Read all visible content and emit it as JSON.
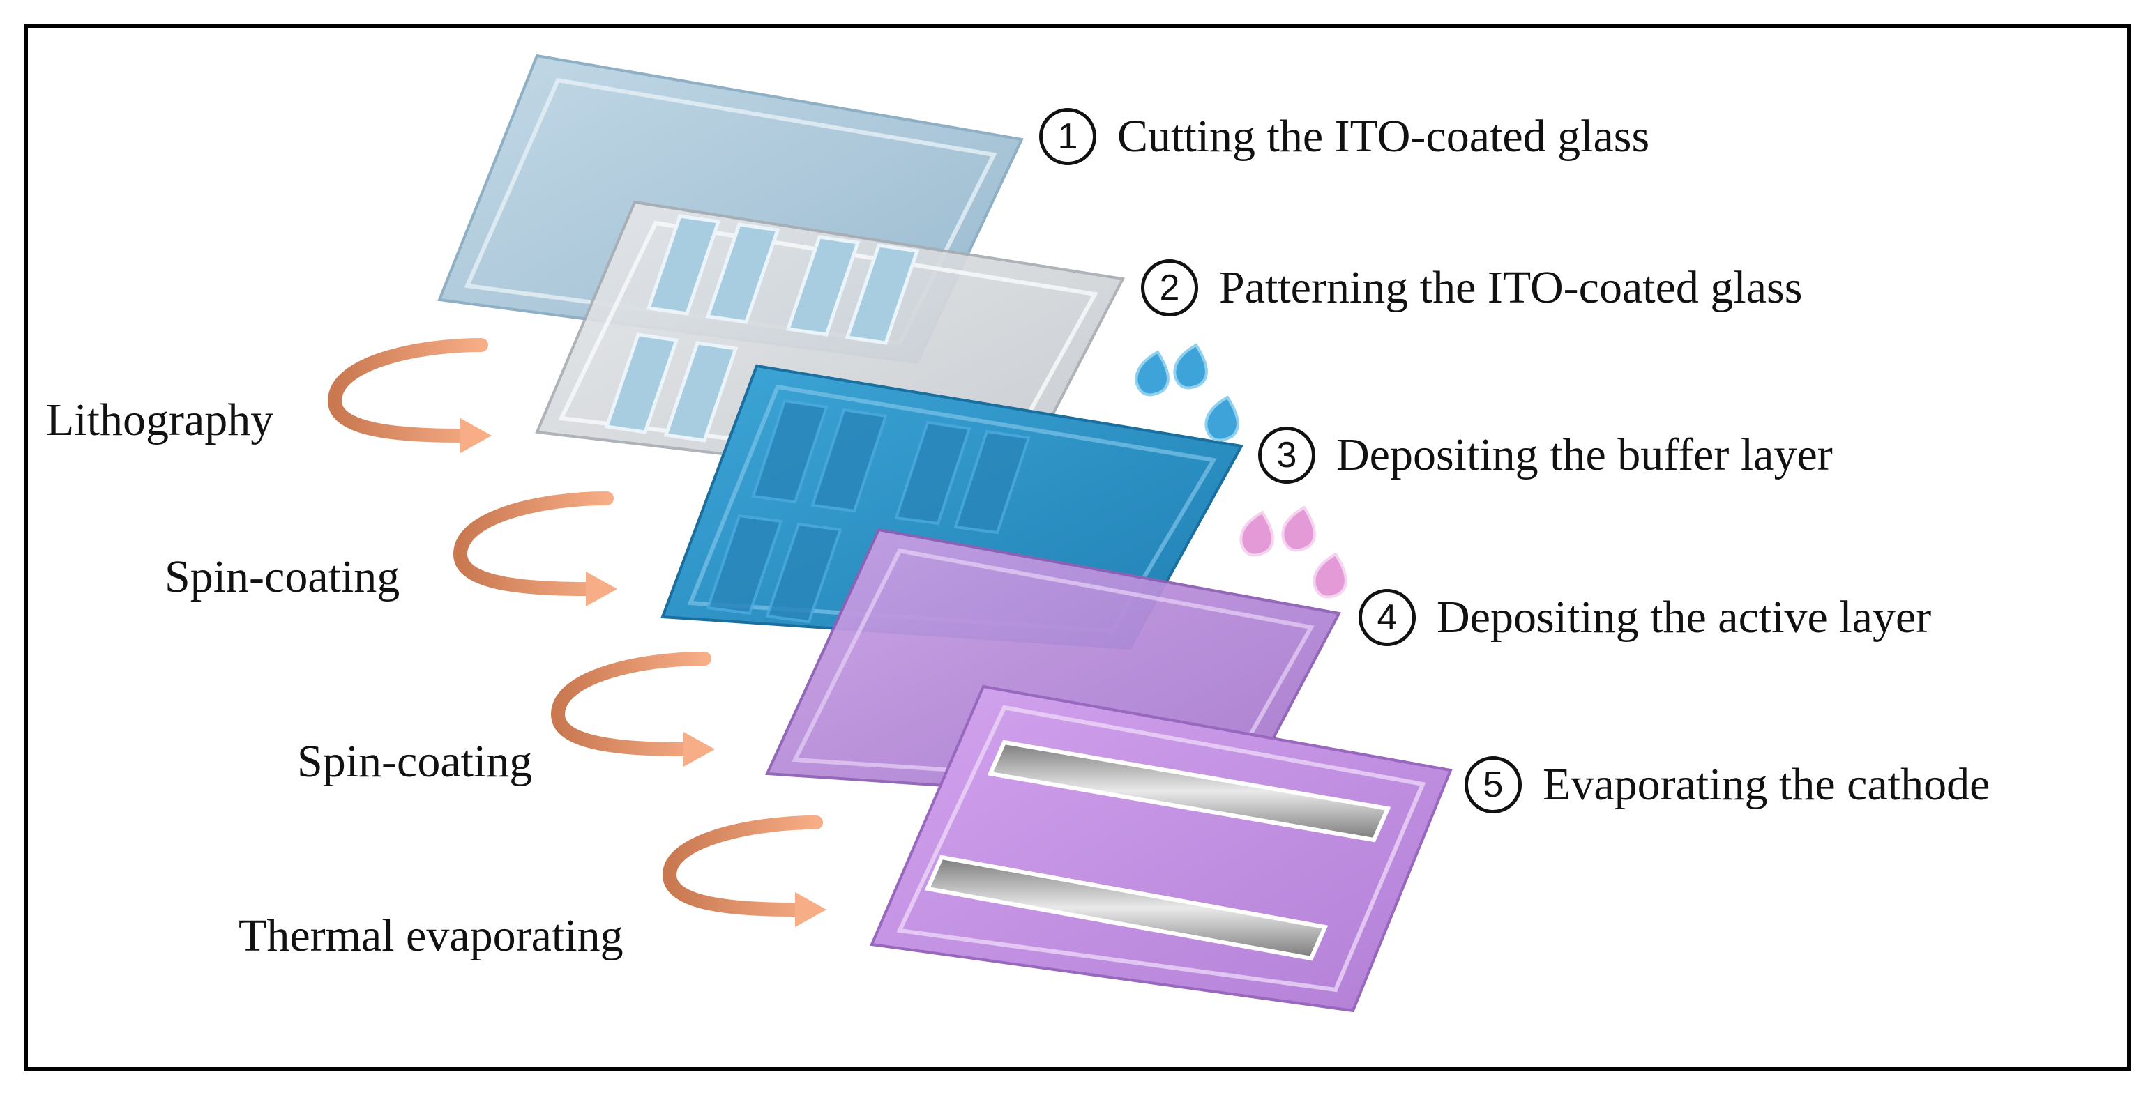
{
  "steps": [
    {
      "number": "1",
      "text": "Cutting the ITO-coated glass"
    },
    {
      "number": "2",
      "text": "Patterning the ITO-coated glass"
    },
    {
      "number": "3",
      "text": "Depositing the buffer layer"
    },
    {
      "number": "4",
      "text": "Depositing the active layer"
    },
    {
      "number": "5",
      "text": "Evaporating the cathode"
    }
  ],
  "processes": [
    {
      "label": "Lithography"
    },
    {
      "label": "Spin-coating"
    },
    {
      "label": "Spin-coating"
    },
    {
      "label": "Thermal evaporating"
    }
  ],
  "colors": {
    "glass": "#aac6d8",
    "patterned": "#d4d8dc",
    "buffer": "#2e92c6",
    "active": "#b88ad8",
    "cathode_layer": "#c38ee0",
    "arrow": "#f5a27a",
    "drop_blue": "#3da3d8",
    "drop_pink": "#e59ad8"
  }
}
